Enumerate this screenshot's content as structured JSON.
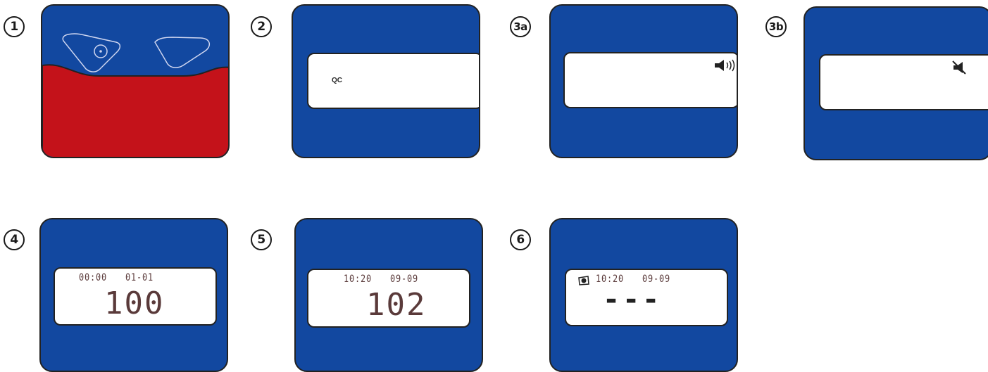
{
  "steps": [
    {
      "label": "1"
    },
    {
      "label": "2",
      "screen_text": "QC"
    },
    {
      "label": "3a",
      "icon": "speaker-on-icon"
    },
    {
      "label": "3b",
      "icon": "speaker-muted-icon"
    },
    {
      "label": "4",
      "time": "00:00",
      "date": "01-01",
      "reading": "100"
    },
    {
      "label": "5",
      "time": "10:20",
      "date": "09-09",
      "reading": "102"
    },
    {
      "label": "6",
      "time": "10:20",
      "date": "09-09",
      "reading": "---",
      "icon": "strip-drop-icon"
    }
  ],
  "colors": {
    "device_blue": "#1248a0",
    "cap_red": "#c4121a",
    "outline": "#222222",
    "digits": "#5a3a3a"
  }
}
